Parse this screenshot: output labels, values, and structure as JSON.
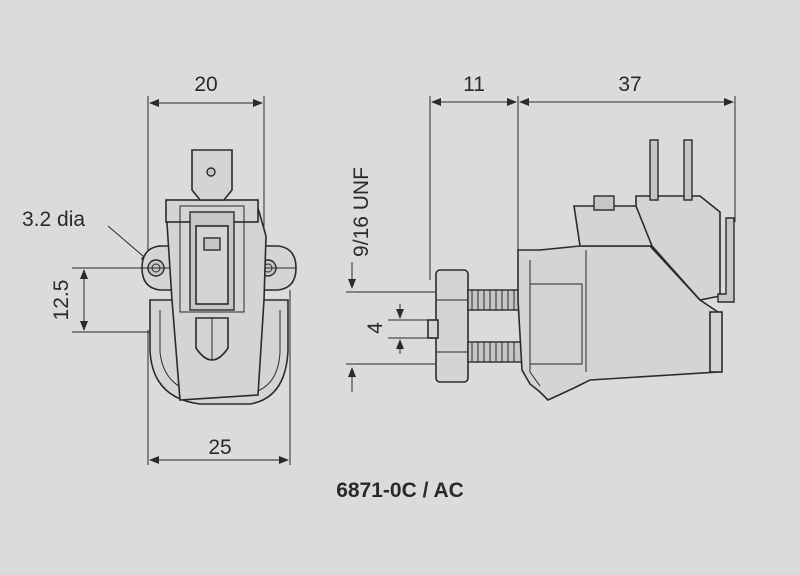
{
  "drawing": {
    "front_view": {
      "width_top": "20",
      "width_bottom": "25",
      "hole_label": "3.2 dia",
      "hole_spacing": "12.5"
    },
    "side_view": {
      "thread_length": "11",
      "body_length": "37",
      "thread_spec": "9/16 UNF",
      "plunger_dia": "4"
    },
    "caption": "6871-0C / AC"
  },
  "colors": {
    "background": "#d9dcdb",
    "line": "#2b2b2b"
  }
}
